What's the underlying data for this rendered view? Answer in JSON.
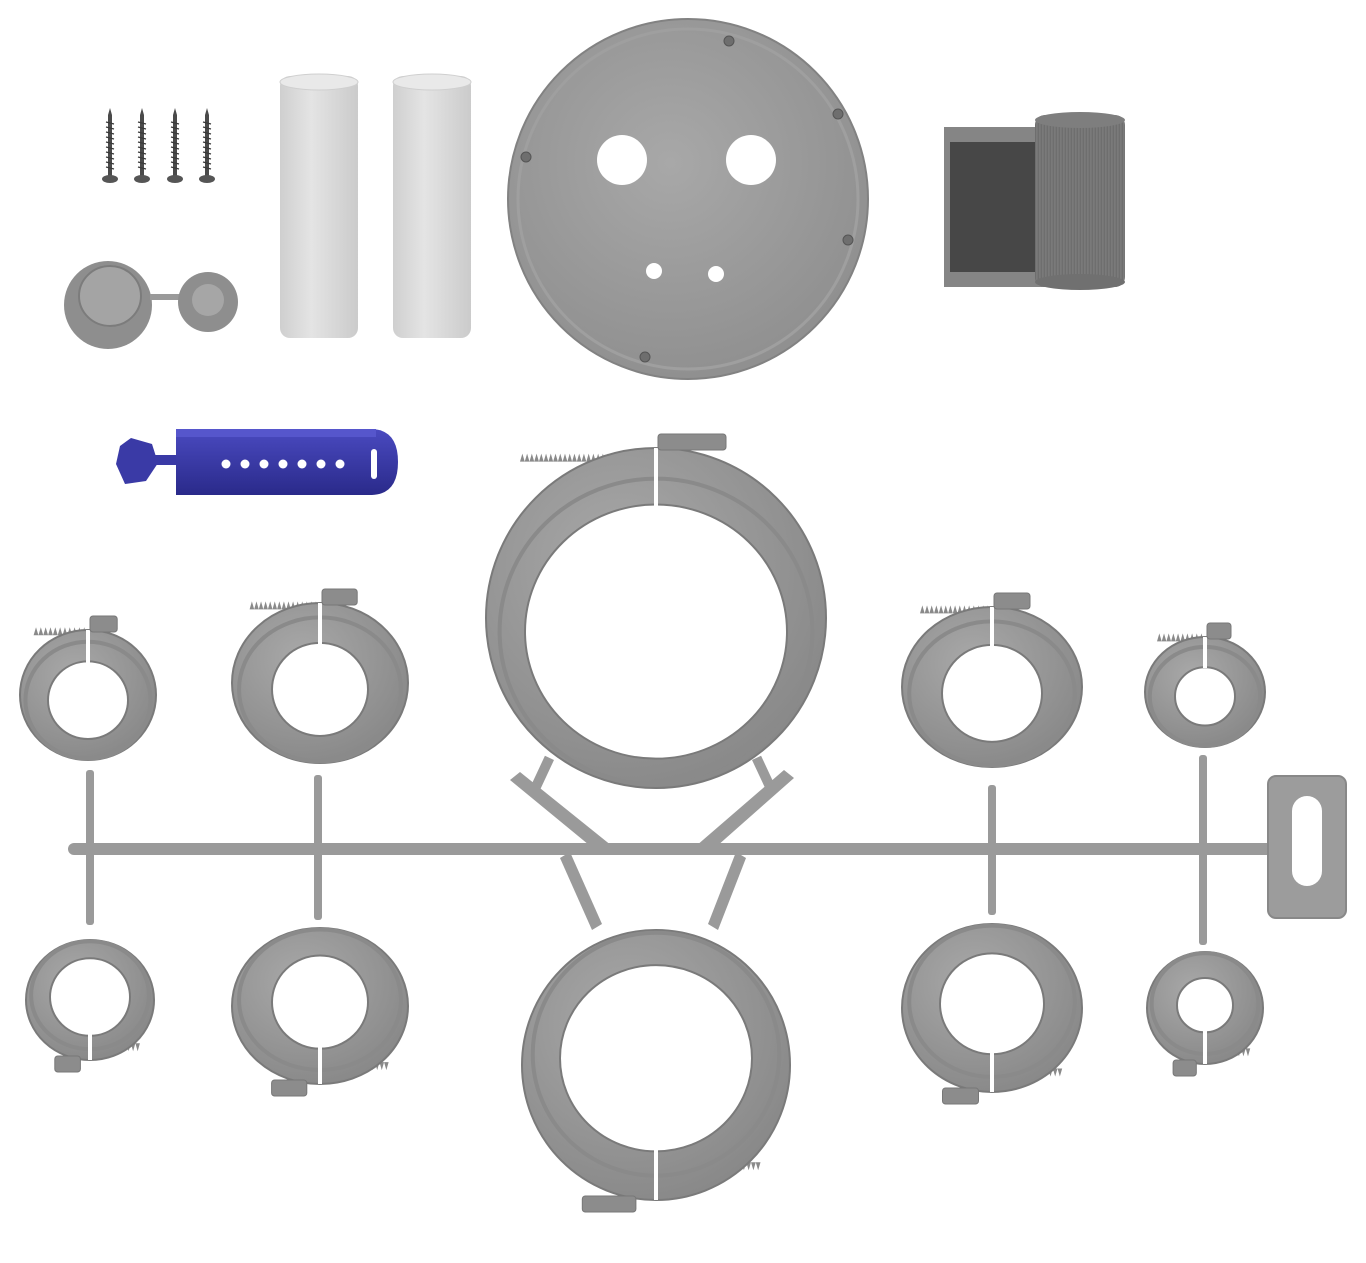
{
  "palette": {
    "part": "#9a9a9a",
    "part_dark": "#7c7c7c",
    "part_shadow": "#6a6a6a",
    "part_light": "#b4b4b4",
    "sleeve": "#dcdcdc",
    "sleeve_edge": "#c4c4c4",
    "screw": "#4a4a4a",
    "tape_dark": "#454545",
    "tape_roll": "#7a7a7a",
    "strap": "#3333a0",
    "strap_light": "#4a4ac0",
    "hole": "#ffffff",
    "background": "#ffffff"
  },
  "parts": [
    {
      "id": "screws",
      "icon": "screw-icon",
      "count": 4
    },
    {
      "id": "end-caps",
      "icon": "end-cap-icon"
    },
    {
      "id": "sleeves",
      "icon": "sleeve-icon",
      "count": 2
    },
    {
      "id": "round-cover-plate",
      "icon": "cover-plate-icon"
    },
    {
      "id": "tape-roll",
      "icon": "tape-roll-icon"
    },
    {
      "id": "cable-strap",
      "icon": "strap-icon"
    },
    {
      "id": "clamp-sprue",
      "icon": "clamp-icon"
    }
  ]
}
